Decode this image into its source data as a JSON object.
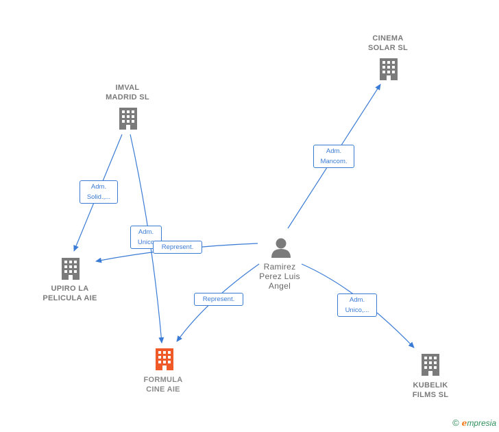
{
  "nodes": {
    "cinema_solar": {
      "label": "CINEMA\nSOLAR  SL"
    },
    "imval_madrid": {
      "label": "IMVAL\nMADRID  SL"
    },
    "upiro": {
      "label": "UPIRO LA\nPELICULA AIE"
    },
    "formula_cine": {
      "label": "FORMULA\nCINE AIE"
    },
    "kubelik": {
      "label": "KUBELIK\nFILMS  SL"
    },
    "ramirez": {
      "label": "Ramirez\nPerez Luis\nAngel"
    }
  },
  "edges": {
    "adm_mancom": "Adm.\nMancom.",
    "adm_solid": "Adm.\nSolid.,...",
    "adm_unico_imval": "Adm.\nUnico",
    "represent_upiro": "Represent.",
    "represent_formula": "Represent.",
    "adm_unico_kubelik": "Adm.\nUnico,..."
  },
  "colors": {
    "edge": "#3a7bd5",
    "building": "#7b7b7b",
    "focus_building": "#f05a28",
    "person": "#7b7b7b"
  },
  "footer": {
    "copyright": "©",
    "brand_initial": "e",
    "brand_rest": "mpresia"
  }
}
